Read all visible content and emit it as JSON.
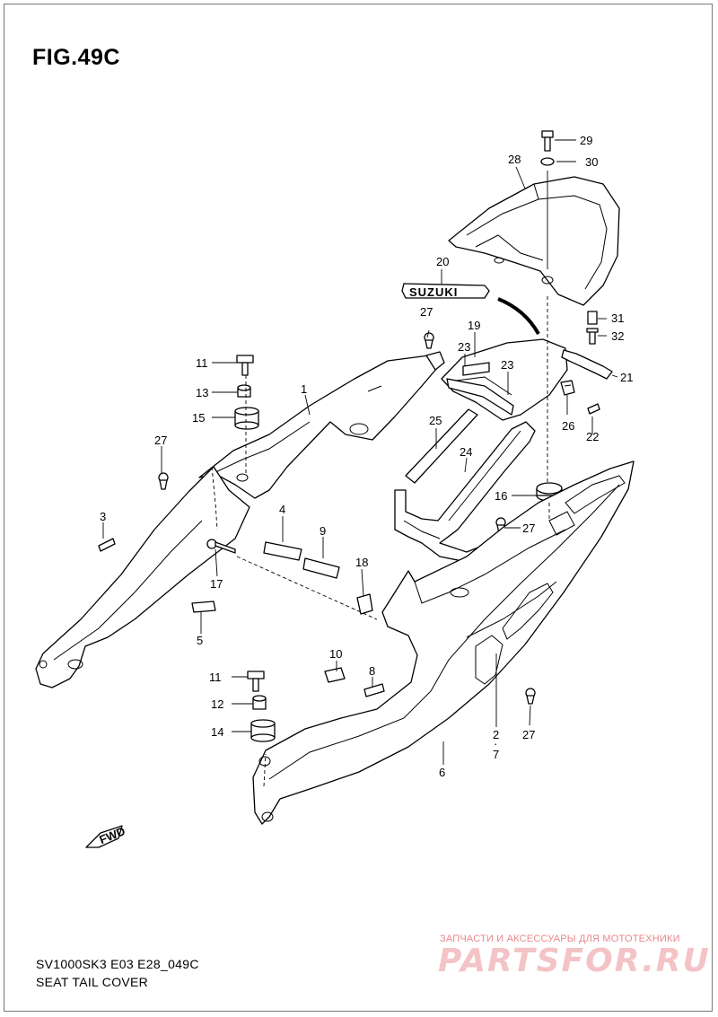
{
  "figure": {
    "title": "FIG.49C",
    "model_code": "SV1000SK3 E03 E28_049C",
    "name": "SEAT TAIL COVER"
  },
  "watermark": {
    "caption": "ЗАПЧАСТИ И АКСЕССУАРЫ ДЛЯ МОТОТЕХНИКИ",
    "logo": "PARTSFOR.RU"
  },
  "decals": {
    "brand": "SUZUKI",
    "fwd": "FWD"
  },
  "callouts": [
    "29",
    "30",
    "28",
    "20",
    "31",
    "32",
    "27",
    "19",
    "23",
    "23",
    "21",
    "11",
    "13",
    "15",
    "1",
    "25",
    "26",
    "22",
    "27",
    "24",
    "16",
    "27",
    "3",
    "4",
    "9",
    "17",
    "18",
    "5",
    "10",
    "8",
    "11",
    "12",
    "14",
    "2",
    "·",
    "7",
    "27",
    "6"
  ],
  "colors": {
    "line": "#000000",
    "watermark": "#e8878d"
  }
}
